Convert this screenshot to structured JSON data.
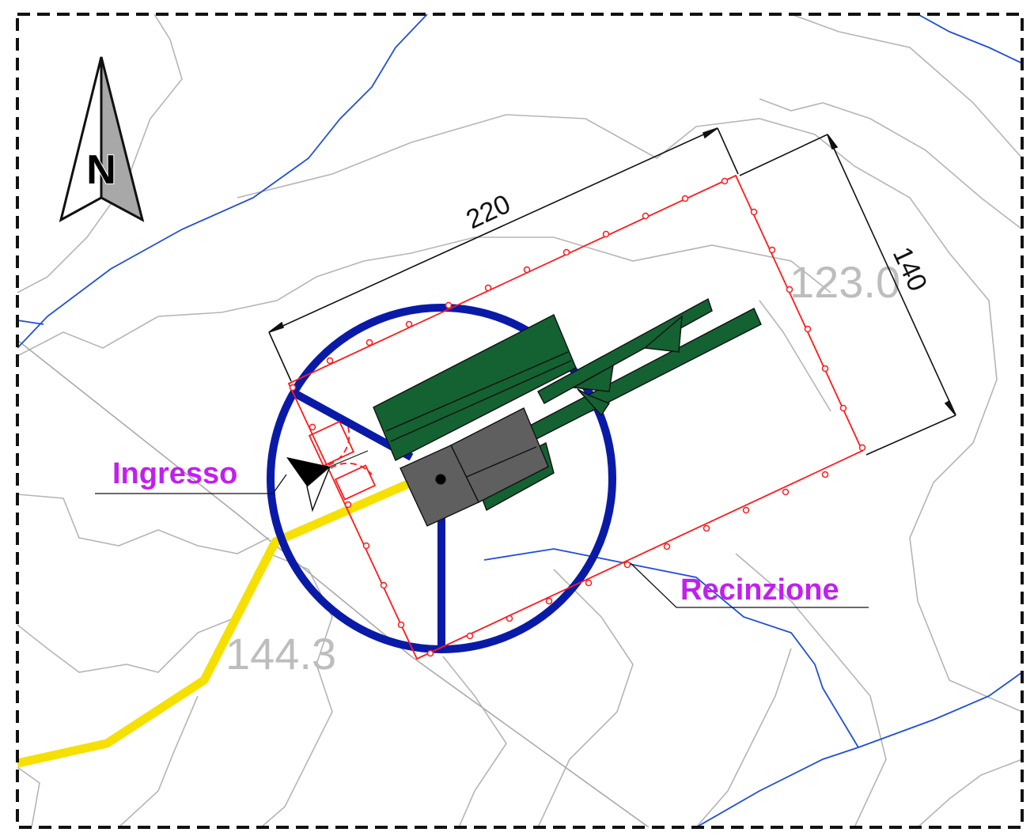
{
  "north_arrow": {
    "letter": "N"
  },
  "labels": {
    "entrance": "Ingresso",
    "fence": "Recinzione"
  },
  "dimensions": {
    "length": "220",
    "width": "140"
  },
  "elevations": {
    "upper": "123.0",
    "lower": "144.3"
  },
  "colors": {
    "frame": "#111111",
    "contour": "#b5b5b5",
    "stream": "#1f4fd8",
    "fence": "#ff1a1a",
    "circle": "#0a1aa8",
    "road": "#f5e000",
    "equipment": "#146132",
    "cabin": "#5f5f5f",
    "label": "#c020f0"
  }
}
